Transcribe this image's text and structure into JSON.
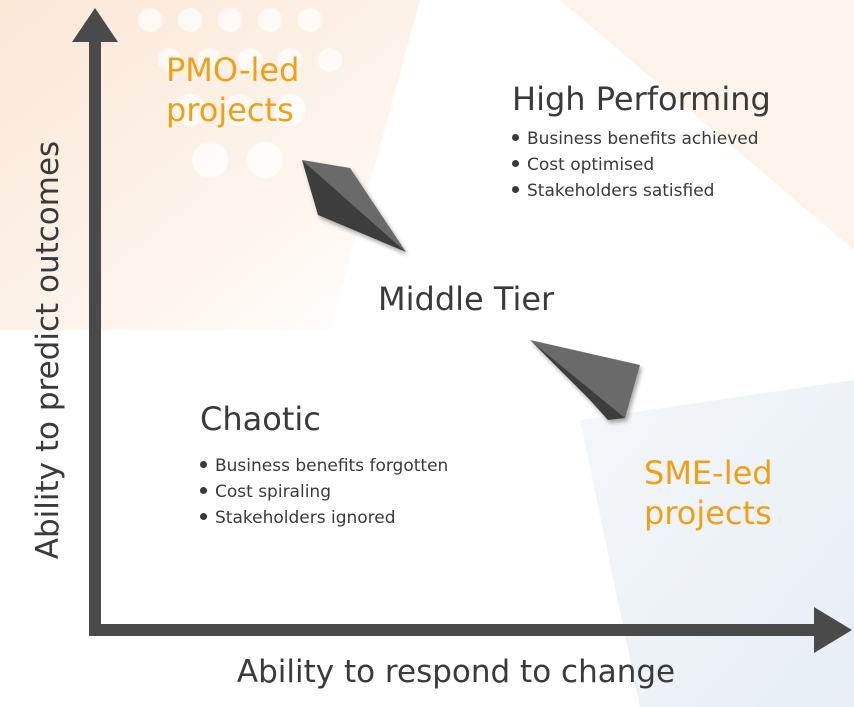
{
  "axes": {
    "y_label": "Ability to predict outcomes",
    "x_label": "Ability to respond to change"
  },
  "quadrants": {
    "pmo": {
      "line1": "PMO-led",
      "line2": "projects"
    },
    "high_performing": {
      "title": "High Performing",
      "bullets": [
        "Business benefits achieved",
        "Cost optimised",
        "Stakeholders satisfied"
      ]
    },
    "middle": {
      "title": "Middle Tier"
    },
    "chaotic": {
      "title": "Chaotic",
      "bullets": [
        "Business benefits forgotten",
        "Cost spiraling",
        "Stakeholders ignored"
      ]
    },
    "sme": {
      "line1": "SME-led",
      "line2": "projects"
    }
  },
  "colors": {
    "accent": "#f0a018",
    "text": "#3a3a3a",
    "axis": "#4a4a4a",
    "arrow_dark": "#3c3c3c",
    "arrow_light": "#6a6a6a"
  }
}
